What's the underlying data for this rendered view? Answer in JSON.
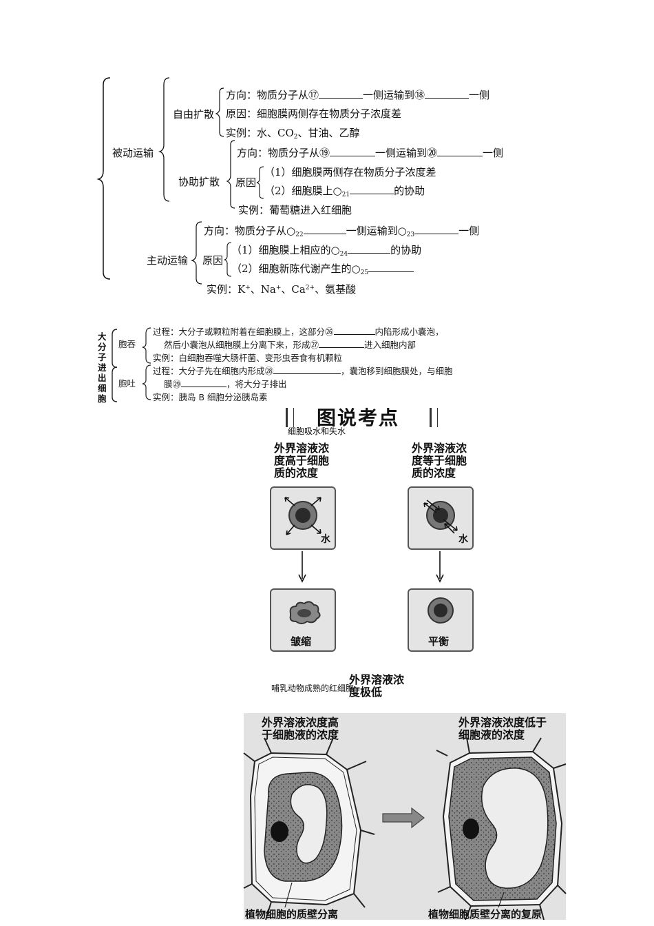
{
  "outline": {
    "passive": "被动运输",
    "free_diffusion": {
      "label": "自由扩散",
      "direction_a": "方向：物质分子从⑰",
      "direction_b": "一侧运输到⑱",
      "direction_c": "一侧",
      "reason": "原因：细胞膜两侧存在物质分子浓度差",
      "example_a": "实例：水、CO",
      "example_sub": "2",
      "example_b": "、甘油、乙醇"
    },
    "facilitated": {
      "label": "协助扩散",
      "direction_a": "方向：物质分子从⑲",
      "direction_b": "一侧运输到⑳",
      "direction_c": "一侧",
      "reason_label": "原因",
      "reason1": "（1）细胞膜两侧存在物质分子浓度差",
      "reason2_a": "（2）细胞膜上",
      "reason2_num": "21",
      "reason2_b": "的协助",
      "example": "实例：葡萄糖进入红细胞"
    },
    "active": {
      "label": "主动运输",
      "direction_a": "方向：物质分子从",
      "num_a": "22",
      "direction_b": "一侧运输到",
      "num_b": "23",
      "direction_c": "一侧",
      "reason_label": "原因",
      "reason1_a": "（1）细胞膜上相应的",
      "reason1_num": "24",
      "reason1_b": "的协助",
      "reason2_a": "（2）细胞新陈代谢产生的",
      "reason2_num": "25",
      "example_a": "实例：K",
      "example_b": "、Na",
      "example_c": "、Ca",
      "example_c_sup": "2+",
      "example_d": "、氨基酸",
      "plus": "+"
    }
  },
  "macro": {
    "title": "大分子进出细胞",
    "endo": {
      "label": "胞吞",
      "process1_a": "过程：大分子或颗粒附着在细胞膜上，这部分㉖",
      "process1_b": "内陷形成小囊泡，",
      "process2_a": "然后小囊泡从细胞膜上分离下来，形成㉗",
      "process2_b": "进入细胞内部",
      "example": "实例：白细胞吞噬大肠杆菌、变形虫吞食有机颗粒"
    },
    "exo": {
      "label": "胞吐",
      "process1_a": "过程：大分子先在细胞内形成㉘",
      "process1_b": "，囊泡移到细胞膜处，与细胞",
      "process2_a": "膜㉙",
      "process2_b": "，将大分子排出",
      "example": "实例：胰岛 B 细胞分泌胰岛素"
    }
  },
  "section_header": "图说考点",
  "rbc": {
    "caption": "细胞吸水和失水",
    "left_label": "外界溶液浓度高于细胞质的浓度",
    "left_label_lines": [
      "外界溶液浓",
      "度高于细胞",
      "质的浓度"
    ],
    "right_label_lines": [
      "外界溶液浓",
      "度等于细胞",
      "质的浓度"
    ],
    "water": "水",
    "shrink": "皱缩",
    "balance": "平衡",
    "bottom_caption": "哺乳动物成熟的红细胞",
    "low_label_lines": [
      "外界溶液浓",
      "度极低"
    ]
  },
  "plant": {
    "left_label_lines": [
      "外界溶液浓度高",
      "于细胞液的浓度"
    ],
    "right_label_lines": [
      "外界溶液浓度低于",
      "细胞液的浓度"
    ],
    "left_caption": "植物细胞的质壁分离",
    "right_caption": "植物细胞质壁分离的复原"
  }
}
